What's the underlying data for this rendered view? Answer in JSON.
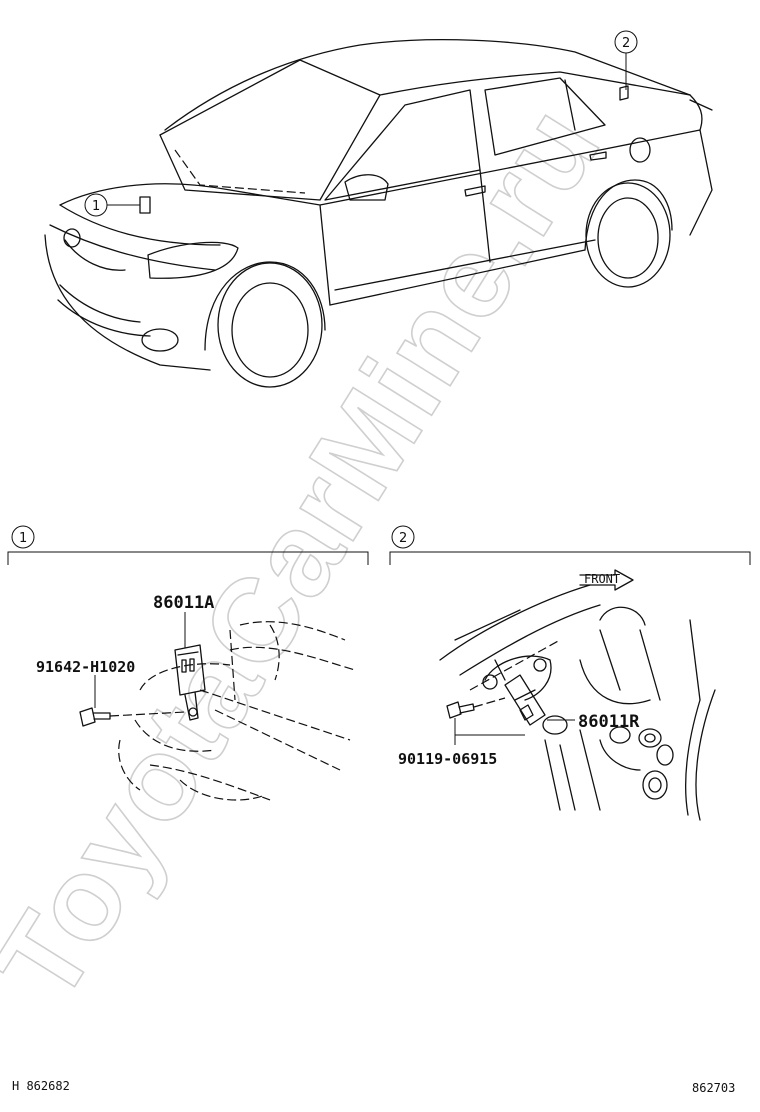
{
  "callouts": [
    "1",
    "2"
  ],
  "detail_1": {
    "index": "1",
    "part_sensor": "86011A",
    "part_bolt": "91642-H1020"
  },
  "detail_2": {
    "index": "2",
    "part_sensor": "86011R",
    "part_bolt": "90119-06915",
    "direction_label": "FRONT"
  },
  "footer": {
    "left_code": "H 862682",
    "right_code": "862703"
  },
  "watermark": "ToyotaCarMine.ru",
  "colors": {
    "line": "#111111",
    "watermark": "#cfcfcf",
    "background": "#ffffff"
  }
}
